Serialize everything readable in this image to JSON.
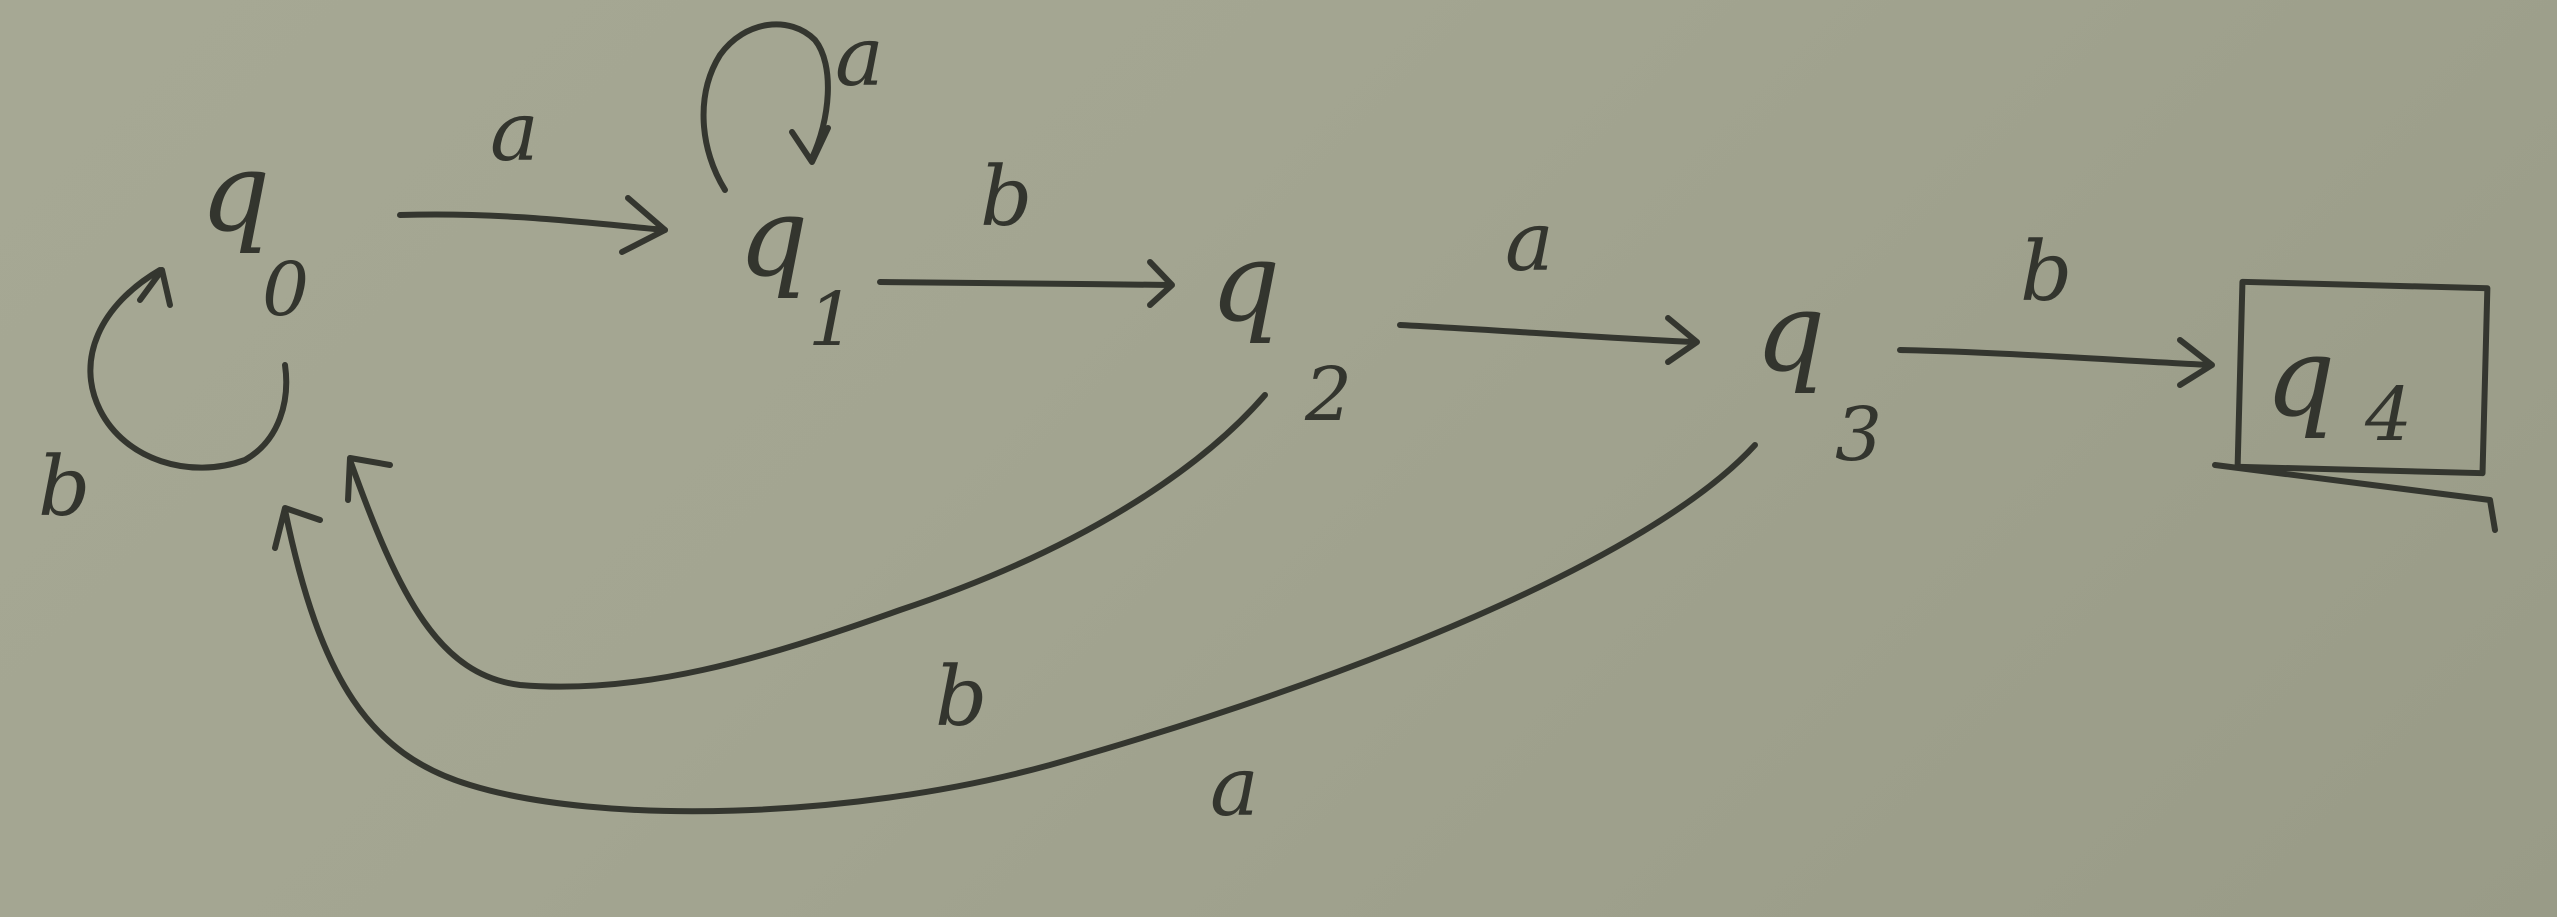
{
  "diagram": {
    "states": [
      {
        "letter": "q",
        "subscript": "0"
      },
      {
        "letter": "q",
        "subscript": "1"
      },
      {
        "letter": "q",
        "subscript": "2"
      },
      {
        "letter": "q",
        "subscript": "3"
      },
      {
        "letter": "q",
        "subscript": "4",
        "accepting": true
      }
    ],
    "transitions": [
      {
        "from": "q0",
        "to": "q0",
        "symbol": "b"
      },
      {
        "from": "q0",
        "to": "q1",
        "symbol": "a"
      },
      {
        "from": "q1",
        "to": "q1",
        "symbol": "a"
      },
      {
        "from": "q1",
        "to": "q2",
        "symbol": "b"
      },
      {
        "from": "q2",
        "to": "q3",
        "symbol": "a"
      },
      {
        "from": "q3",
        "to": "q4",
        "symbol": "b"
      },
      {
        "from": "q2",
        "to": "q0",
        "symbol": "b"
      },
      {
        "from": "q3",
        "to": "q0",
        "symbol": "a"
      }
    ],
    "colors": {
      "ink": "#34362f",
      "board": "#a3a591"
    }
  }
}
